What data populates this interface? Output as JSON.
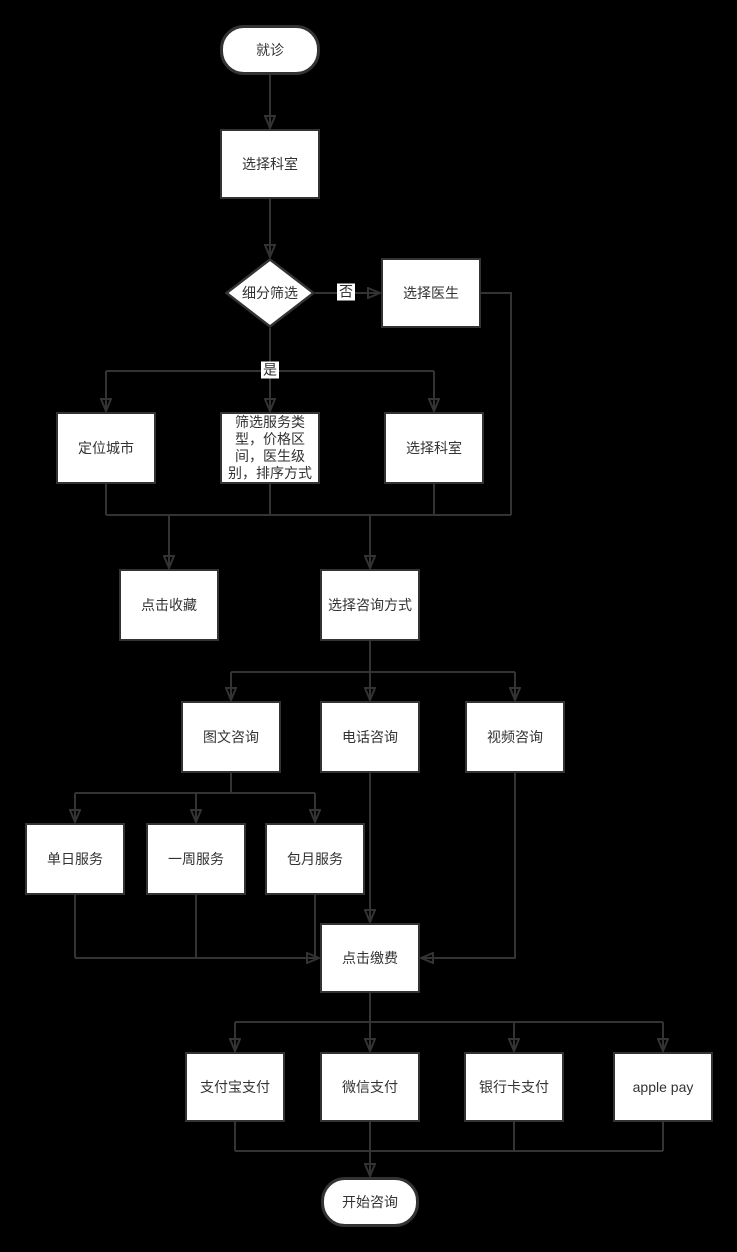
{
  "colors": {
    "background": "#000000",
    "node_fill": "#ffffff",
    "stroke": "#333333",
    "text": "#333333"
  },
  "nodes": {
    "start": {
      "label": "就诊",
      "type": "terminator"
    },
    "select_department": {
      "label": "选择科室",
      "type": "process"
    },
    "refine_filter": {
      "label": "细分筛选",
      "type": "decision"
    },
    "select_doctor": {
      "label": "选择医生",
      "type": "process"
    },
    "locate_city": {
      "label": "定位城市",
      "type": "process"
    },
    "filter_criteria": {
      "label": "筛选服务类\n型，价格区\n间，医生级\n别，排序方式",
      "type": "process"
    },
    "select_department_2": {
      "label": "选择科室",
      "type": "process"
    },
    "click_favorite": {
      "label": "点击收藏",
      "type": "process"
    },
    "select_consult_method": {
      "label": "选择咨询方式",
      "type": "process"
    },
    "image_text_consult": {
      "label": "图文咨询",
      "type": "process"
    },
    "phone_consult": {
      "label": "电话咨询",
      "type": "process"
    },
    "video_consult": {
      "label": "视频咨询",
      "type": "process"
    },
    "single_day_service": {
      "label": "单日服务",
      "type": "process"
    },
    "one_week_service": {
      "label": "一周服务",
      "type": "process"
    },
    "monthly_service": {
      "label": "包月服务",
      "type": "process"
    },
    "click_pay": {
      "label": "点击缴费",
      "type": "process"
    },
    "alipay": {
      "label": "支付宝支付",
      "type": "process"
    },
    "wechat_pay": {
      "label": "微信支付",
      "type": "process"
    },
    "bank_card_pay": {
      "label": "银行卡支付",
      "type": "process"
    },
    "apple_pay": {
      "label": "apple pay",
      "type": "process"
    },
    "start_consult": {
      "label": "开始咨询",
      "type": "terminator"
    }
  },
  "edge_labels": {
    "no": "否",
    "yes": "是"
  },
  "edges": [
    {
      "from": "start",
      "to": "select_department"
    },
    {
      "from": "select_department",
      "to": "refine_filter"
    },
    {
      "from": "refine_filter",
      "to": "select_doctor",
      "label": "否"
    },
    {
      "from": "refine_filter",
      "to": "locate_city",
      "label": "是"
    },
    {
      "from": "refine_filter",
      "to": "filter_criteria",
      "label": "是"
    },
    {
      "from": "refine_filter",
      "to": "select_department_2",
      "label": "是"
    },
    {
      "from": "select_doctor",
      "to": "select_consult_method"
    },
    {
      "from": "locate_city",
      "to": "click_favorite"
    },
    {
      "from": "locate_city",
      "to": "select_consult_method"
    },
    {
      "from": "filter_criteria",
      "to": "select_consult_method"
    },
    {
      "from": "select_department_2",
      "to": "select_consult_method"
    },
    {
      "from": "select_consult_method",
      "to": "image_text_consult"
    },
    {
      "from": "select_consult_method",
      "to": "phone_consult"
    },
    {
      "from": "select_consult_method",
      "to": "video_consult"
    },
    {
      "from": "image_text_consult",
      "to": "single_day_service"
    },
    {
      "from": "image_text_consult",
      "to": "one_week_service"
    },
    {
      "from": "image_text_consult",
      "to": "monthly_service"
    },
    {
      "from": "phone_consult",
      "to": "click_pay"
    },
    {
      "from": "video_consult",
      "to": "click_pay"
    },
    {
      "from": "single_day_service",
      "to": "click_pay"
    },
    {
      "from": "one_week_service",
      "to": "click_pay"
    },
    {
      "from": "monthly_service",
      "to": "click_pay"
    },
    {
      "from": "click_pay",
      "to": "alipay"
    },
    {
      "from": "click_pay",
      "to": "wechat_pay"
    },
    {
      "from": "click_pay",
      "to": "bank_card_pay"
    },
    {
      "from": "click_pay",
      "to": "apple_pay"
    },
    {
      "from": "alipay",
      "to": "start_consult"
    },
    {
      "from": "wechat_pay",
      "to": "start_consult"
    },
    {
      "from": "bank_card_pay",
      "to": "start_consult"
    },
    {
      "from": "apple_pay",
      "to": "start_consult"
    }
  ]
}
